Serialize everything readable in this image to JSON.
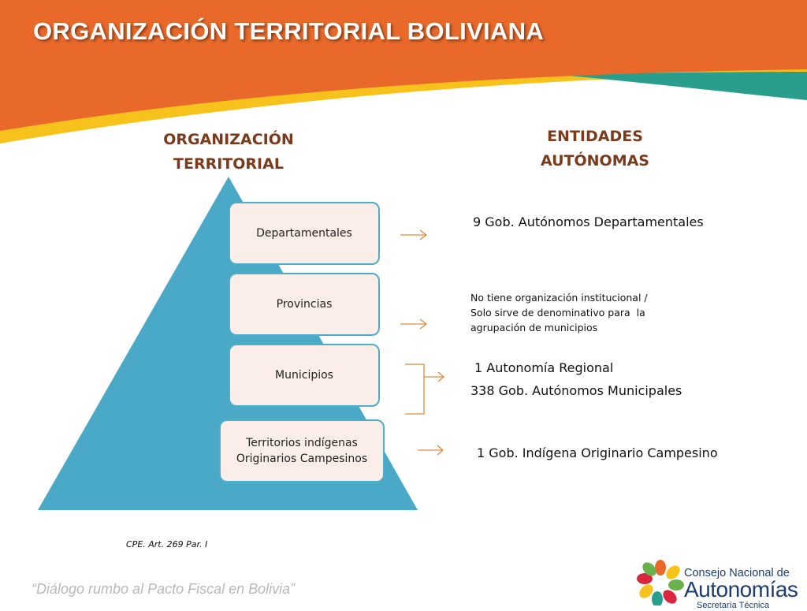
{
  "header": {
    "title": "ORGANIZACIÓN TERRITORIAL BOLIVIANA"
  },
  "columns": {
    "left": {
      "line1": "ORGANIZACIÓN",
      "line2": "TERRITORIAL"
    },
    "right": {
      "line1": "ENTIDADES",
      "line2": "AUTÓNOMAS"
    }
  },
  "pyramid": {
    "levels": [
      {
        "line1": "Departamentales"
      },
      {
        "line1": "Provincias"
      },
      {
        "line1": "Municipios"
      },
      {
        "line1": "Territorios indígenas",
        "line2": "Originarios Campesinos"
      }
    ]
  },
  "entities": {
    "departamentales": "9 Gob. Autónomos Departamentales",
    "provincias": {
      "line1": "No tiene organización institucional /",
      "line2": "Solo sirve de denominativo para  la",
      "line3": "agrupación de municipios"
    },
    "regional": "1 Autonomía Regional",
    "municipales": "338 Gob. Autónomos Municipales",
    "indigena": "1 Gob. Indígena Originario Campesino"
  },
  "footer": {
    "citation": "CPE. Art. 269 Par. I",
    "slogan": "“Diálogo rumbo al Pacto Fiscal en Bolivia”",
    "logo": {
      "line1": "Consejo Nacional de",
      "line2": "Autonomías",
      "line3": "Secretaría Técnica"
    }
  },
  "colors": {
    "orange": "#e8692a",
    "yellow": "#f6c21b",
    "teal": "#2a9e8c",
    "pyramid": "#4aa9c6",
    "heading": "#7a3a1c",
    "arrow": "#e08a3e"
  }
}
